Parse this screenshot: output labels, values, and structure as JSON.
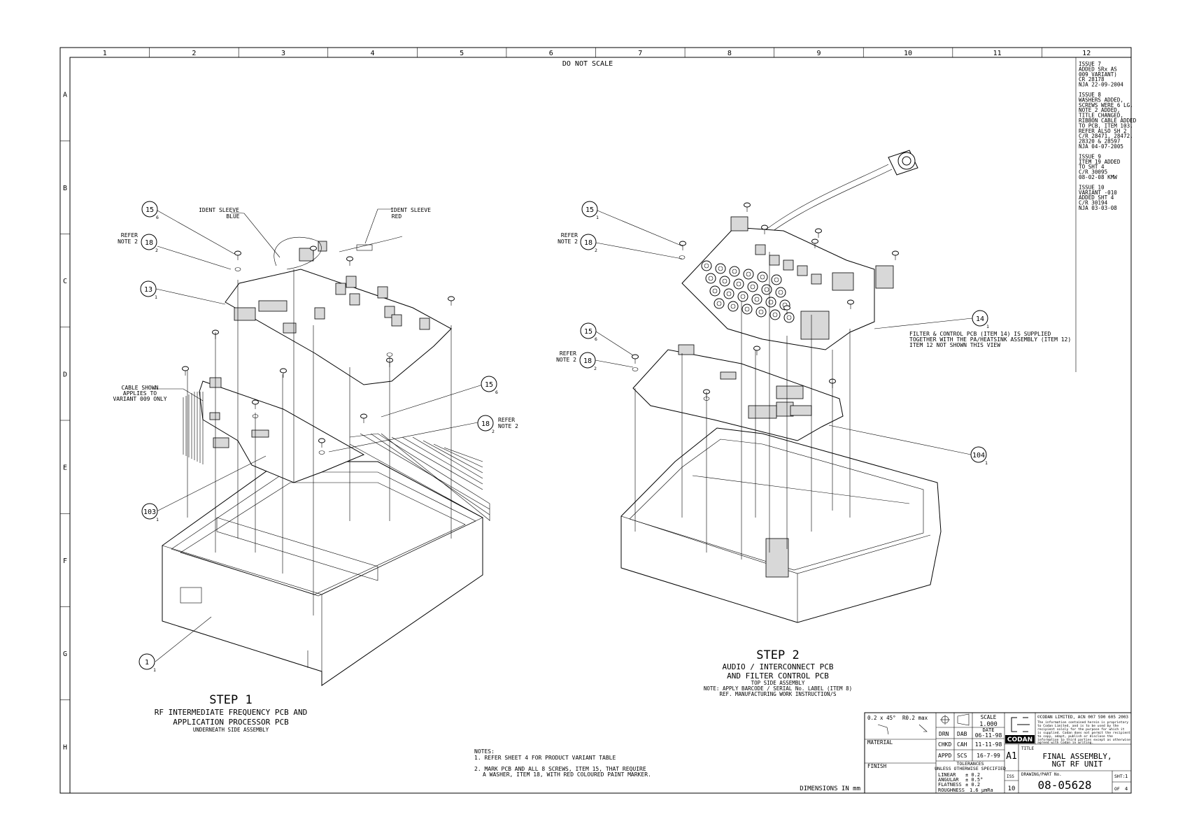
{
  "header_note": "DO NOT SCALE",
  "col_labels": [
    "1",
    "2",
    "3",
    "4",
    "5",
    "6",
    "7",
    "8",
    "9",
    "10",
    "11",
    "12"
  ],
  "row_labels": [
    "A",
    "B",
    "C",
    "D",
    "E",
    "F",
    "G",
    "H"
  ],
  "issues": [
    [
      "ISSUE 7",
      "ADDED SRx AS",
      "009 VARIANT)",
      "CR 28178",
      "NJA 22-09-2004"
    ],
    [
      "ISSUE 8",
      "WASHERS ADDED,",
      "SCREWS WERE 6 LG,",
      "NOTE 2 ADDED,",
      "TITLE CHANGED,",
      "RIBBON CABLE ADDED",
      "TO PCB, ITEM 103,",
      "REFER ALSO SH 2",
      "C/R 28471, 28472,",
      "28320 & 28597",
      "NJA 04-07-2005"
    ],
    [
      "ISSUE 9",
      "ITEM 19 ADDED",
      "TO SHT 4",
      "C/R 30095",
      "08-02-08  KMW"
    ],
    [
      "ISSUE 10",
      "VARIANT -010",
      "ADDED SHT 4",
      "C/R 30194",
      "NJA  03-03-08"
    ]
  ],
  "step1": {
    "title": "STEP 1",
    "line1": "RF INTERMEDIATE FREQUENCY PCB AND",
    "line2": "APPLICATION PROCESSOR PCB",
    "line3": "UNDERNEATH SIDE ASSEMBLY",
    "ident_blue_1": "IDENT SLEEVE",
    "ident_blue_2": "BLUE",
    "ident_red_1": "IDENT SLEEVE",
    "ident_red_2": "RED",
    "refer_1": "REFER",
    "refer_2": "NOTE 2",
    "cable_1": "CABLE SHOWN",
    "cable_2": "APPLIES TO",
    "cable_3": "VARIANT 009 ONLY",
    "refer_r1": "REFER",
    "refer_r2": "NOTE 2"
  },
  "step2": {
    "title": "STEP 2",
    "line1": "AUDIO / INTERCONNECT PCB",
    "line2": "AND FILTER CONTROL PCB",
    "line3": "TOP SIDE ASSEMBLY",
    "line4": "NOTE: APPLY BARCODE / SERIAL No. LABEL (ITEM 8)",
    "line5": "REF. MANUFACTURING WORK INSTRUCTION/S",
    "refer_1": "REFER",
    "refer_2": "NOTE 2",
    "refer_b1": "REFER",
    "refer_b2": "NOTE 2",
    "filter_1": "FILTER & CONTROL PCB (ITEM 14) IS SUPPLIED",
    "filter_2": "TOGETHER WITH THE PA/HEATSINK ASSEMBLY (ITEM 12)",
    "filter_3": "ITEM 12 NOT SHOWN THIS VIEW"
  },
  "balloons": {
    "s1_15": "15",
    "s1_15_q": "6",
    "s1_18": "18",
    "s1_18_q": "2",
    "s1_13": "13",
    "s1_13_q": "1",
    "s1_15b": "15",
    "s1_15b_q": "6",
    "s1_18b": "18",
    "s1_18b_q": "2",
    "s1_103": "103",
    "s1_103_q": "1",
    "s1_1": "1",
    "s1_1_q": "1",
    "s2_15": "15",
    "s2_15_q": "1",
    "s2_18": "18",
    "s2_18_q": "2",
    "s2_15b": "15",
    "s2_15b_q": "6",
    "s2_18b": "18",
    "s2_18b_q": "2",
    "s2_14": "14",
    "s2_14_q": "1",
    "s2_104": "104",
    "s2_104_q": "1"
  },
  "notes": {
    "heading": "NOTES:",
    "n1": "1. REFER SHEET 4 FOR PRODUCT VARIANT TABLE",
    "n2a": "2. MARK PCB AND ALL 8 SCREWS, ITEM 15, THAT REQUIRE",
    "n2b": "A WASHER, ITEM 18, WITH RED COLOURED PAINT MARKER.",
    "dimensions": "DIMENSIONS IN mm"
  },
  "title_block": {
    "chamfer": "0.2 x 45°",
    "radius": "R0.2 max",
    "material": "MATERIAL",
    "finish": "FINISH",
    "scale_label": "SCALE",
    "scale": "1.000",
    "date_label": "DATE",
    "drn": "DRN",
    "drn_by": "DAB",
    "drn_date": "06-11-98",
    "chkd": "CHKD",
    "chkd_by": "CAH",
    "chkd_date": "11-11-98",
    "appd": "APPD",
    "appd_by": "SCS",
    "appd_date": "16-7-99",
    "tol_1": "TOLERANCES",
    "tol_2": "UNLESS OTHERWISE SPECIFIED",
    "linear": "LINEAR",
    "linear_v": "± 0.2",
    "angular": "ANGULAR",
    "angular_v": "± 0.5°",
    "flatness": "FLATNESS",
    "flatness_v": "± 0.2",
    "rough": "ROUGHNESS",
    "rough_v": "1.6 µmRa",
    "size": "A1",
    "iss_label": "ISS",
    "issue": "10",
    "copyright": "©CODAN LIMITED, ACN 007 590 605  2003",
    "prop_1": "The information contained herein is proprietary",
    "prop_2": "to Codan Limited, and is to be used by the",
    "prop_3": "recipient solely for the purpose for which it",
    "prop_4": "is supplied. Codan does not permit the recipient",
    "prop_5": "to copy, adapt, publish or disclose the",
    "prop_6": "information to third parties except as otherwise",
    "prop_7": "agreed with Codan in writing.",
    "logo": "CODAN",
    "title_label": "TITLE",
    "title1": "FINAL ASSEMBLY,",
    "title2": "NGT RF UNIT",
    "dwg_label": "DRAWING/PART No.",
    "dwg": "08-05628",
    "sht_label": "SHT:",
    "sht": "1",
    "of_label": "OF",
    "of": "4"
  }
}
